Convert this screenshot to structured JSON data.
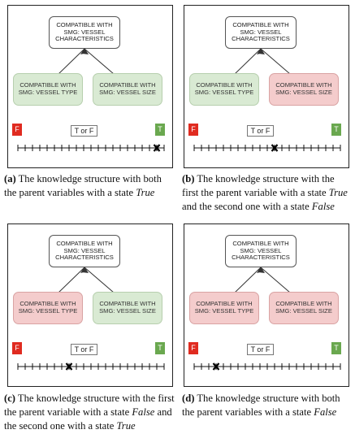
{
  "colors": {
    "true_fill": "#d9ead3",
    "false_fill": "#f4cccc",
    "f_badge": "#e02b20",
    "t_badge": "#6aa84f"
  },
  "node_labels": {
    "parent": "COMPATIBLE WITH SMG: VESSEL CHARACTERISTICS",
    "child_type": "COMPATIBLE WITH SMG: VESSEL TYPE",
    "child_size": "COMPATIBLE WITH SMG: VESSEL SIZE"
  },
  "scale_labels": {
    "f": "F",
    "t": "T",
    "middle": "T or F"
  },
  "scale_ticks": 21,
  "panels": [
    {
      "id": "a",
      "type_state": "true",
      "size_state": "true",
      "marker_tick": 19,
      "caption": {
        "label": "(a)",
        "parts": [
          {
            "text": " The knowledge structure with both the parent variables with a state ",
            "italic": false
          },
          {
            "text": "True",
            "italic": true
          }
        ]
      }
    },
    {
      "id": "b",
      "type_state": "true",
      "size_state": "false",
      "marker_tick": 11,
      "caption": {
        "label": "(b)",
        "parts": [
          {
            "text": " The knowledge structure with the first the parent variable with a state ",
            "italic": false
          },
          {
            "text": "True",
            "italic": true
          },
          {
            "text": " and the second one with a state ",
            "italic": false
          },
          {
            "text": "False",
            "italic": true
          }
        ]
      }
    },
    {
      "id": "c",
      "type_state": "false",
      "size_state": "true",
      "marker_tick": 7,
      "caption": {
        "label": "(c)",
        "parts": [
          {
            "text": " The knowledge structure with the first the parent variable with a state ",
            "italic": false
          },
          {
            "text": "False",
            "italic": true
          },
          {
            "text": " and the second one with a state ",
            "italic": false
          },
          {
            "text": "True",
            "italic": true
          }
        ]
      }
    },
    {
      "id": "d",
      "type_state": "false",
      "size_state": "false",
      "marker_tick": 3,
      "caption": {
        "label": "(d)",
        "parts": [
          {
            "text": " The knowledge structure with both the parent variables with a state ",
            "italic": false
          },
          {
            "text": "False",
            "italic": true
          }
        ]
      }
    }
  ]
}
